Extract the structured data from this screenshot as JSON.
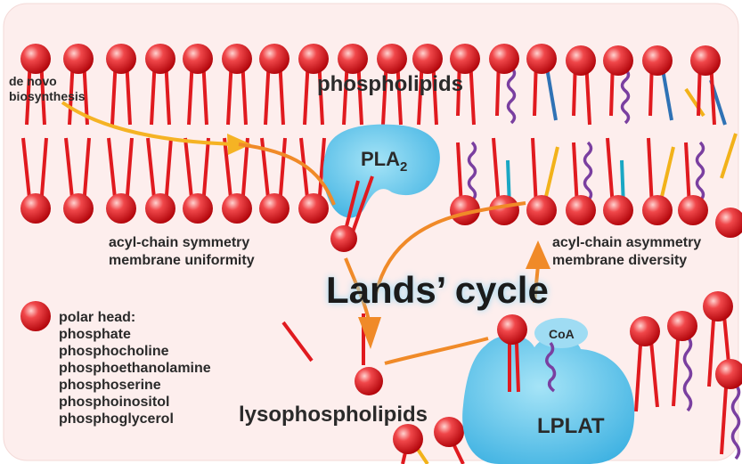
{
  "labels": {
    "de_novo_line1": "de novo",
    "de_novo_line2": "biosynthesis",
    "phospholipids": "phospholipids",
    "pla2_main": "PLA",
    "pla2_sub": "2",
    "symmetry_line1": "acyl-chain symmetry",
    "symmetry_line2": "membrane uniformity",
    "asymmetry_line1": "acyl-chain asymmetry",
    "asymmetry_line2": "membrane diversity",
    "lands_cycle": "Lands’ cycle",
    "lysophospholipids": "lysophospholipids",
    "coa": "CoA",
    "lplat": "LPLAT"
  },
  "legend": {
    "title": "polar head:",
    "items": [
      "phosphate",
      "phosphocholine",
      "phosphoethanolamine",
      "phosphoserine",
      "phosphoinositol",
      "phosphoglycerol"
    ]
  },
  "colors": {
    "background": "#fdeeed",
    "head_red": "#e01a1f",
    "tail_red": "#e01a1f",
    "enzyme_blue": "#55c3ea",
    "arrow_orange": "#f08a28",
    "arrow_yellow": "#f5b324",
    "tail_blue": "#2f72b5",
    "tail_purple": "#7a3fa0",
    "tail_yellow": "#f2b21a",
    "tail_cyan": "#1aa7c4"
  }
}
